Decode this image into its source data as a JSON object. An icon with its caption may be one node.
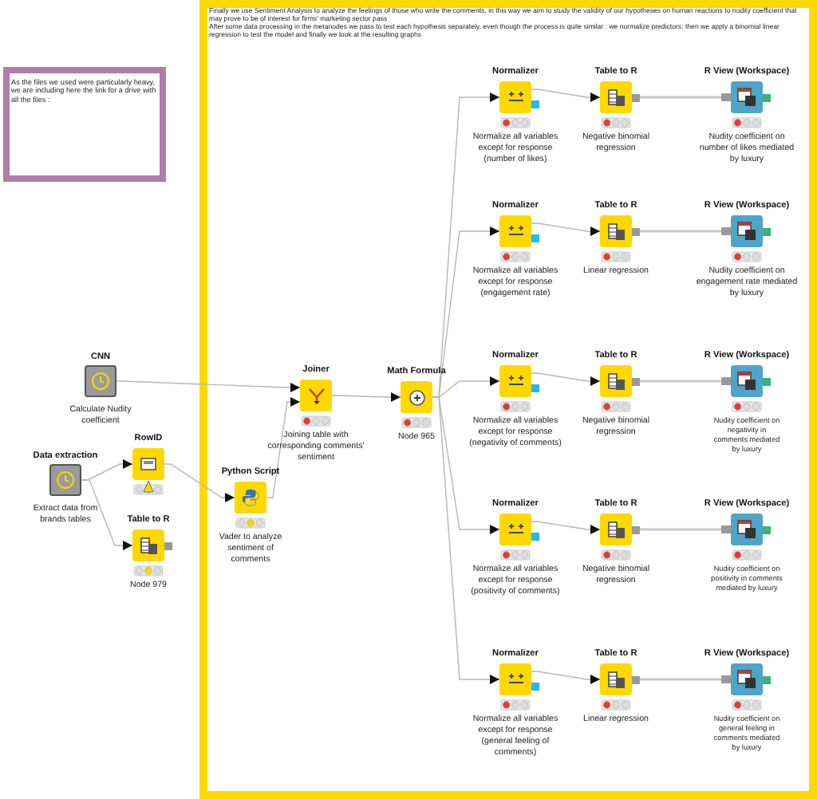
{
  "diagram": {
    "nodes": [
      {
        "text": [
          "As the files we used were particularly heavy, we are including here the link for a drive with all the files :"
        ]
      },
      {
        "text": [
          "CNN",
          "Calculate Nudity coefficient"
        ]
      },
      {
        "text": [
          "Data extraction",
          "Extract data from brands tables"
        ]
      },
      {
        "text": [
          "RowID"
        ]
      },
      {
        "text": [
          "Table to R",
          "Node 979"
        ]
      },
      {
        "text": [
          "Finally we use Sentiment Analysis to analyze the feelings of those who write the comments, in this way we aim to study the validity of our hypotheses on human reactions to nudity coefficient that may prove to be of interest for firms' marketing sector pass",
          "After some data processing in the metanodes we pass to test each hypothesis separately, even though the process is quite similar : we normalize predictors; then we apply a binomial linear regression to test the model and finally we look at the resulting graphs"
        ]
      },
      {
        "text": [
          "Joiner",
          "Joining table with corresponding comments' sentiment"
        ],
        "in": 5
      },
      {
        "text": [
          "Python Script",
          "Vader to analyze sentiment of comments"
        ],
        "in": 5
      },
      {
        "text": [
          "Math Formula",
          "Node 965"
        ],
        "in": 5
      },
      {
        "text": [
          "Normalizer",
          "Normalize all variables except for response (number of likes)"
        ],
        "in": 5
      },
      {
        "text": [
          "Table to R",
          "Negative binomial regression"
        ],
        "in": 5
      },
      {
        "text": [
          "R View (Workspace)",
          "Nudity coefficient on number of likes mediated by luxury"
        ],
        "in": 5
      },
      {
        "text": [
          "Normalizer",
          "Normalize all variables except for response (engagement rate)"
        ],
        "in": 5
      },
      {
        "text": [
          "Table to R",
          "Linear regression"
        ],
        "in": 5
      },
      {
        "text": [
          "R View (Workspace)",
          "Nudity coefficient on engagement rate mediated by luxury"
        ],
        "in": 5
      },
      {
        "text": [
          "Normalizer",
          "Normalize all variables except for response (negativity of comments)"
        ],
        "in": 5
      },
      {
        "text": [
          "Table to R",
          "Negative binomial regression"
        ],
        "in": 5
      },
      {
        "text": [
          "R View (Workspace)",
          "Nudity coefficient on negativity in comments mediated by luxury"
        ],
        "in": 5
      },
      {
        "text": [
          "Normalizer",
          "Normalize all variables except for response (positivity of comments)"
        ],
        "in": 5
      },
      {
        "text": [
          "Table to R",
          "Negative binomial regression"
        ],
        "in": 5
      },
      {
        "text": [
          "R View (Workspace)",
          "Nudity coefficient on positivity in comments mediated by luxury"
        ],
        "in": 5
      },
      {
        "text": [
          "Normalizer",
          "Normalize all variables except for response (general feeling of comments)"
        ],
        "in": 5
      },
      {
        "text": [
          "Table to R",
          "Linear regression"
        ],
        "in": 5
      },
      {
        "text": [
          "R View (Workspace)",
          "Nudity coefficient on general feeling in comments mediated by luxury"
        ],
        "in": 5
      }
    ],
    "edges": [
      {
        "from": 1,
        "to": 6,
        "arrow": "to"
      },
      {
        "from": 2,
        "to": 3,
        "arrow": "to"
      },
      {
        "from": 2,
        "to": 4,
        "arrow": "to"
      },
      {
        "from": 3,
        "to": 7,
        "arrow": "to"
      },
      {
        "from": 7,
        "to": 6,
        "arrow": "to"
      },
      {
        "from": 6,
        "to": 8,
        "arrow": "to"
      },
      {
        "from": 8,
        "to": 9,
        "arrow": "to"
      },
      {
        "from": 8,
        "to": 12,
        "arrow": "to"
      },
      {
        "from": 8,
        "to": 15,
        "arrow": "to"
      },
      {
        "from": 8,
        "to": 18,
        "arrow": "to"
      },
      {
        "from": 8,
        "to": 21,
        "arrow": "to"
      },
      {
        "from": 9,
        "to": 10,
        "arrow": "to"
      },
      {
        "from": 12,
        "to": 13,
        "arrow": "to"
      },
      {
        "from": 15,
        "to": 16,
        "arrow": "to"
      },
      {
        "from": 18,
        "to": 19,
        "arrow": "to"
      },
      {
        "from": 21,
        "to": 22,
        "arrow": "to"
      },
      {
        "from": 10,
        "to": 11,
        "arrow": "other"
      },
      {
        "from": 13,
        "to": 14,
        "arrow": "other"
      },
      {
        "from": 16,
        "to": 17,
        "arrow": "other"
      },
      {
        "from": 19,
        "to": 20,
        "arrow": "other"
      },
      {
        "from": 22,
        "to": 23,
        "arrow": "other"
      }
    ]
  }
}
